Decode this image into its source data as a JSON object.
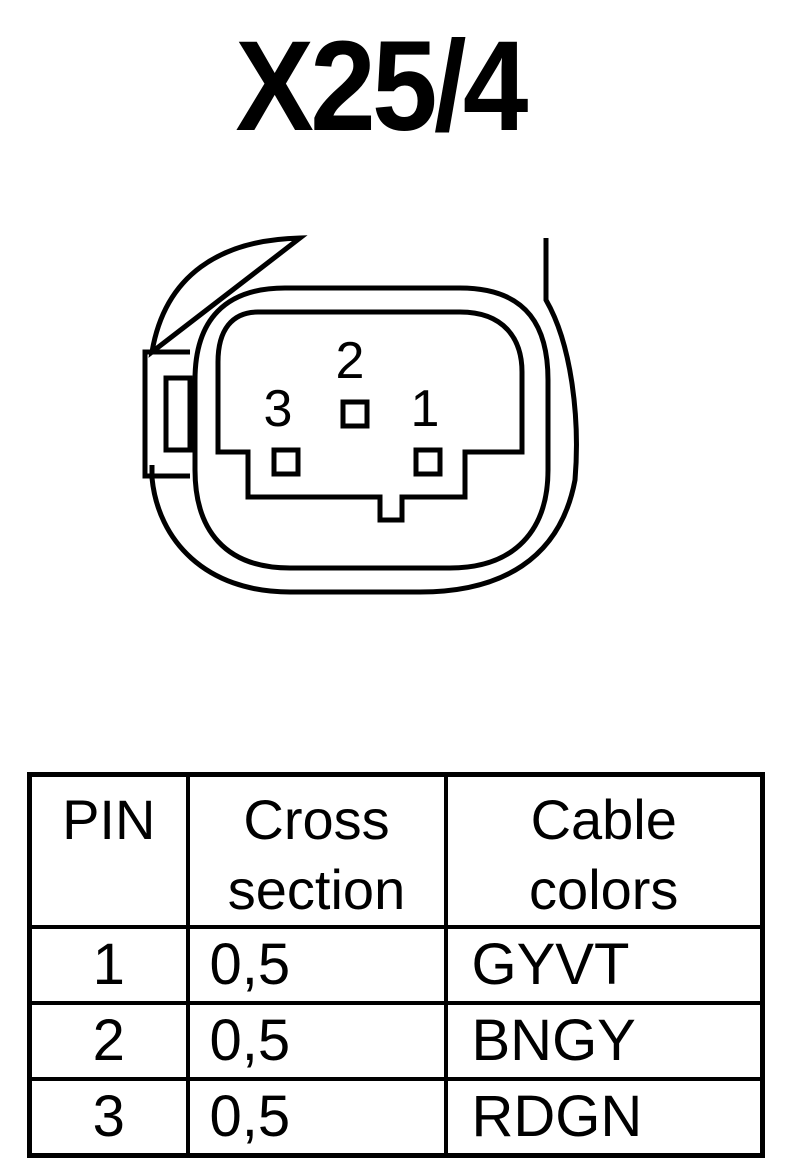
{
  "connector": {
    "title": "X25/4",
    "pins": [
      {
        "number": "1"
      },
      {
        "number": "2"
      },
      {
        "number": "3"
      }
    ]
  },
  "table": {
    "headers": {
      "pin": "PIN",
      "cross_section_line1": "Cross",
      "cross_section_line2": "section",
      "cable_colors_line1": "Cable",
      "cable_colors_line2": "colors"
    },
    "rows": [
      {
        "pin": "1",
        "cross_section": "0,5",
        "cable_color": "GYVT"
      },
      {
        "pin": "2",
        "cross_section": "0,5",
        "cable_color": "BNGY"
      },
      {
        "pin": "3",
        "cross_section": "0,5",
        "cable_color": "RDGN"
      }
    ]
  },
  "colors": {
    "line": "#000000",
    "background": "#ffffff"
  }
}
